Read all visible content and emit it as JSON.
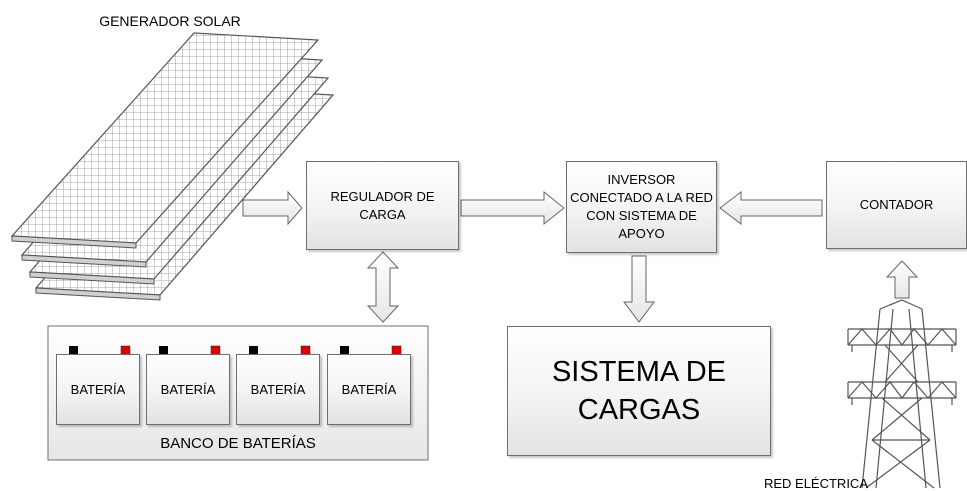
{
  "title_solar": "GENERADOR SOLAR",
  "regulador": "REGULADOR DE CARGA",
  "inversor": "INVERSOR CONECTADO A LA RED CON SISTEMA DE APOYO",
  "contador": "CONTADOR",
  "sistema": "SISTEMA DE CARGAS",
  "banco": "BANCO DE BATERÍAS",
  "baterias": [
    "BATERÍA",
    "BATERÍA",
    "BATERÍA",
    "BATERÍA"
  ],
  "red": "RED ELÉCTRICA",
  "colors": {
    "terminal_negative": "#000000",
    "terminal_positive": "#e00000",
    "box_border": "#6f6f6f"
  }
}
